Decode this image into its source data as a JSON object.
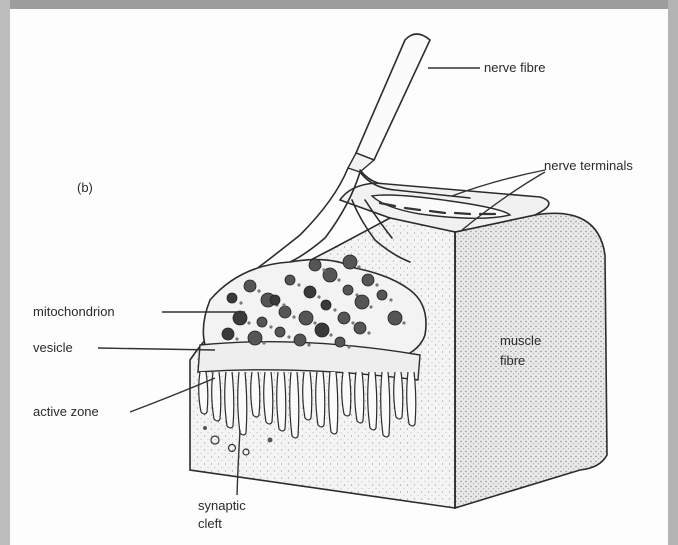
{
  "figure": {
    "panel_label": "(b)",
    "labels": {
      "nerve_fibre": "nerve fibre",
      "nerve_terminals": "nerve terminals",
      "mitochondrion": "mitochondrion",
      "vesicle": "vesicle",
      "active_zone": "active zone",
      "muscle_fibre_line1": "muscle",
      "muscle_fibre_line2": "fibre",
      "synaptic_cleft_line1": "synaptic",
      "synaptic_cleft_line2": "cleft"
    }
  }
}
